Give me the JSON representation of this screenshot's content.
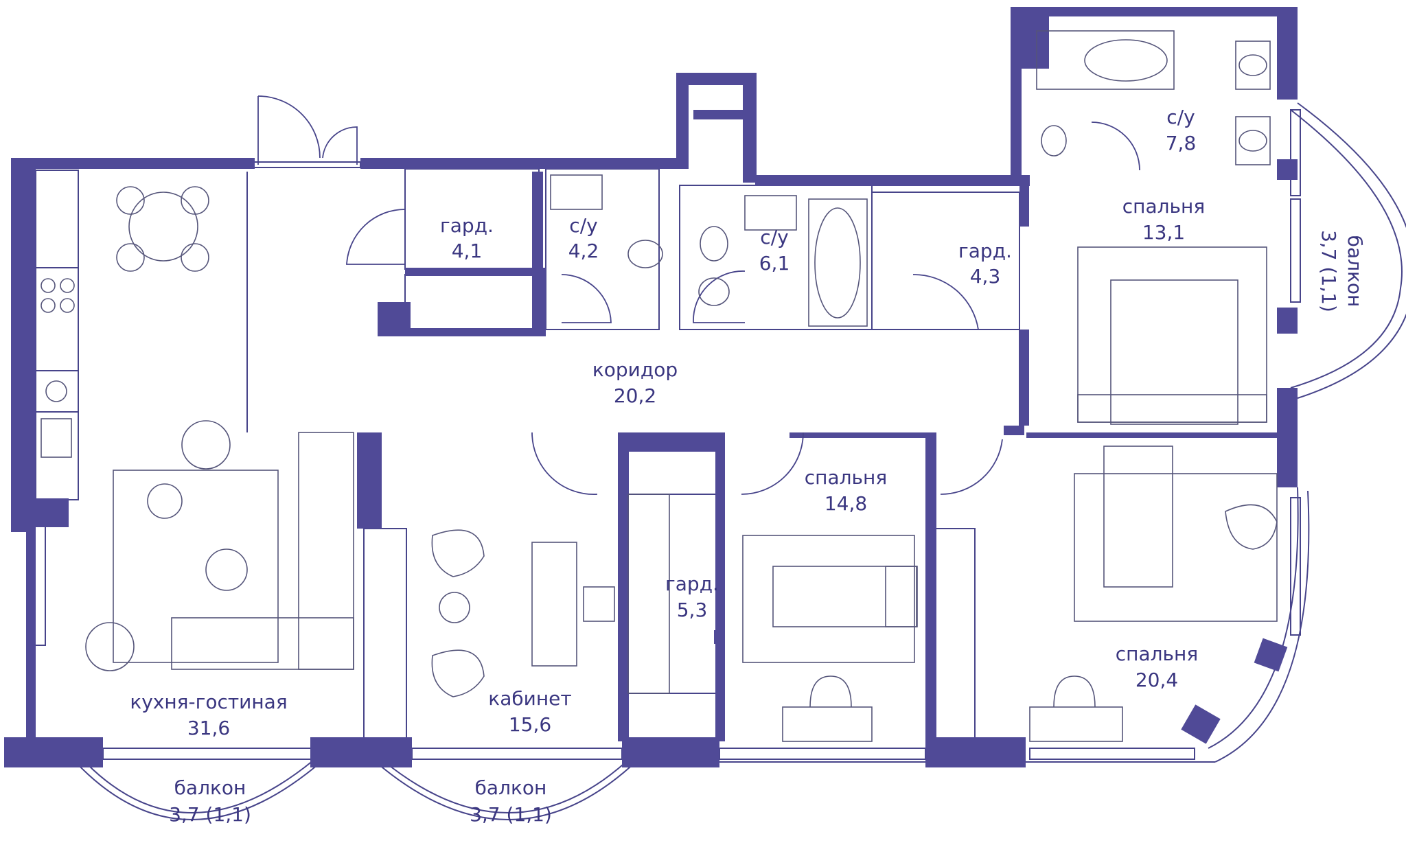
{
  "colors": {
    "walls": "#504a97",
    "lines": "#47448a",
    "text": "#3a3680",
    "background": "#ffffff"
  },
  "rooms": {
    "kitchen_living": {
      "name": "кухня-гостиная",
      "area": "31,6"
    },
    "corridor": {
      "name": "коридор",
      "area": "20,2"
    },
    "wardrobe_1": {
      "name": "гард.",
      "area": "4,1"
    },
    "bathroom_1": {
      "name": "с/у",
      "area": "4,2"
    },
    "bathroom_2": {
      "name": "с/у",
      "area": "6,1"
    },
    "wardrobe_2": {
      "name": "гард.",
      "area": "4,3"
    },
    "bathroom_3": {
      "name": "с/у",
      "area": "7,8"
    },
    "bedroom_1": {
      "name": "спальня",
      "area": "13,1"
    },
    "balcony_right": {
      "name": "балкон",
      "area": "3,7 (1,1)"
    },
    "office": {
      "name": "кабинет",
      "area": "15,6"
    },
    "wardrobe_3": {
      "name": "гард.",
      "area": "5,3"
    },
    "bedroom_2": {
      "name": "спальня",
      "area": "14,8"
    },
    "bedroom_3": {
      "name": "спальня",
      "area": "20,4"
    },
    "balcony_left": {
      "name": "балкон",
      "area": "3,7 (1,1)"
    },
    "balcony_mid": {
      "name": "балкон",
      "area": "3,7 (1,1)"
    }
  }
}
